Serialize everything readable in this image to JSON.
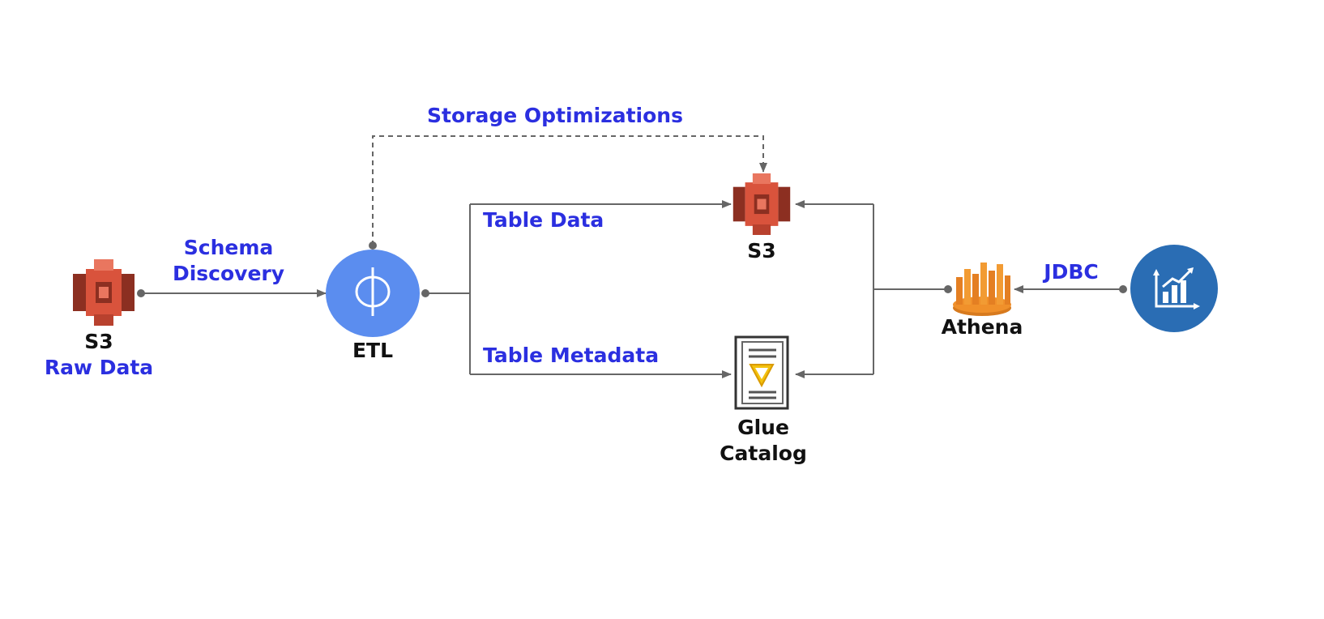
{
  "colors": {
    "accent_text": "#2b2fe0",
    "node_text": "#111111",
    "connector": "#666666",
    "s3_red": "#d9533c",
    "etl_blue": "#5b8def",
    "athena_orange": "#f0902a",
    "analytics_blue": "#2a6db4"
  },
  "nodes": {
    "s3_raw": {
      "label": "S3",
      "sublabel": "Raw Data",
      "icon": "s3-bucket-icon"
    },
    "etl": {
      "label": "ETL",
      "icon": "phi-icon"
    },
    "s3_target": {
      "label": "S3",
      "icon": "s3-bucket-icon"
    },
    "glue": {
      "label_line1": "Glue",
      "label_line2": "Catalog",
      "icon": "glue-catalog-icon"
    },
    "athena": {
      "label": "Athena",
      "icon": "athena-icon"
    },
    "analytics": {
      "icon": "analytics-chart-icon"
    }
  },
  "edges": {
    "schema_discovery": {
      "line1": "Schema",
      "line2": "Discovery"
    },
    "storage_optimizations": "Storage Optimizations",
    "table_data": "Table Data",
    "table_metadata": "Table Metadata",
    "jdbc": "JDBC"
  }
}
